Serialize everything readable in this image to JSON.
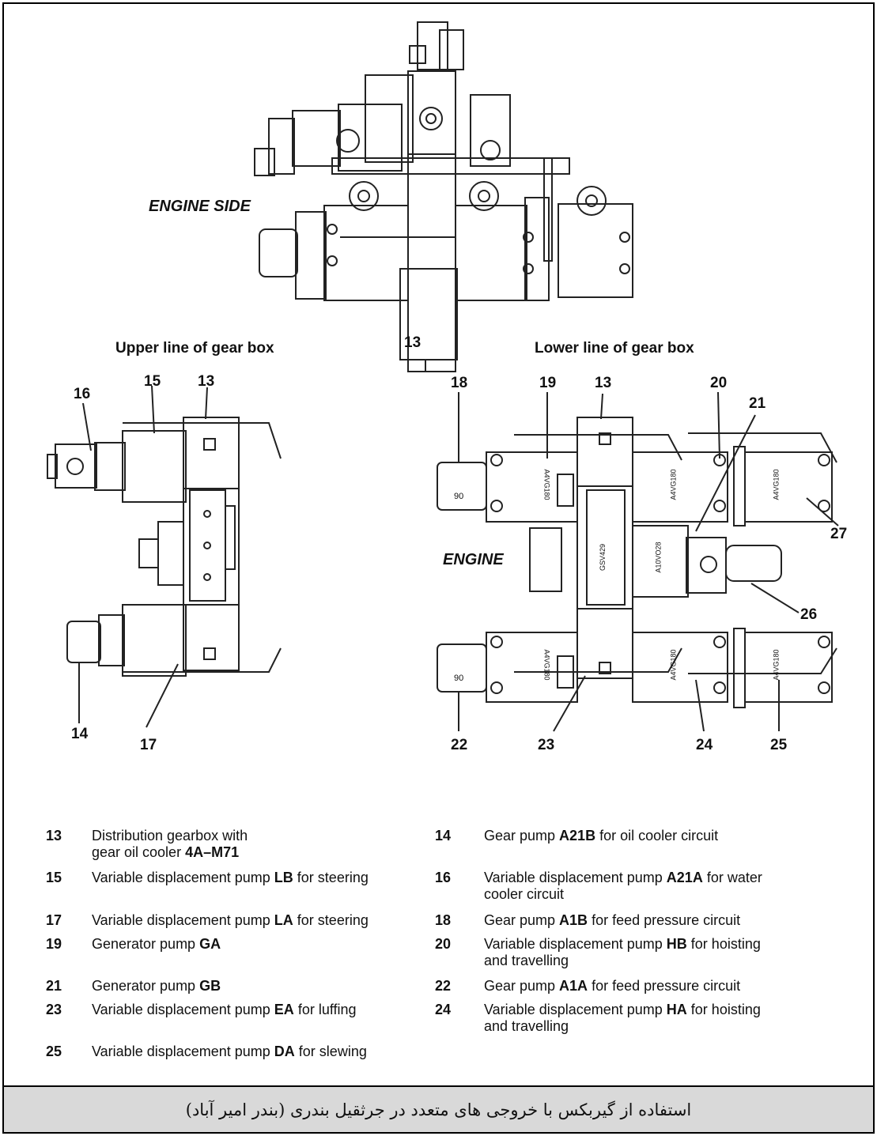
{
  "labels": {
    "engine_side": "ENGINE SIDE",
    "engine": "ENGINE",
    "upper_heading": "Upper line of gear box",
    "lower_heading": "Lower line of gear box"
  },
  "callouts": [
    {
      "id": "top-13",
      "text": "13"
    },
    {
      "id": "u-16",
      "text": "16"
    },
    {
      "id": "u-15",
      "text": "15"
    },
    {
      "id": "u-13",
      "text": "13"
    },
    {
      "id": "u-14",
      "text": "14"
    },
    {
      "id": "u-17",
      "text": "17"
    },
    {
      "id": "l-18",
      "text": "18"
    },
    {
      "id": "l-19",
      "text": "19"
    },
    {
      "id": "l-13",
      "text": "13"
    },
    {
      "id": "l-20",
      "text": "20"
    },
    {
      "id": "l-21",
      "text": "21"
    },
    {
      "id": "l-27",
      "text": "27"
    },
    {
      "id": "l-26",
      "text": "26"
    },
    {
      "id": "l-22",
      "text": "22"
    },
    {
      "id": "l-23",
      "text": "23"
    },
    {
      "id": "l-24",
      "text": "24"
    },
    {
      "id": "l-25",
      "text": "25"
    }
  ],
  "pump_markings": {
    "shaft": "90",
    "pump": "A4VG180",
    "center": "A10VO28",
    "gearbox": "GSV429"
  },
  "legend": [
    {
      "num": "13",
      "pre": "Distribution gearbox with",
      "line2_pre": "gear oil cooler ",
      "line2_bold": "4A–M71"
    },
    {
      "num": "14",
      "pre": "Gear pump ",
      "bold": "A21B",
      "post": " for oil cooler circuit"
    },
    {
      "num": "15",
      "pre": "Variable displacement pump ",
      "bold": "LB",
      "post": " for steering"
    },
    {
      "num": "16",
      "pre": "Variable displacement pump ",
      "bold": "A21A",
      "post": " for water",
      "line2_pre": "cooler circuit"
    },
    {
      "num": "17",
      "pre": "Variable displacement pump ",
      "bold": "LA",
      "post": " for steering"
    },
    {
      "num": "18",
      "pre": "Gear pump ",
      "bold": "A1B",
      "post": " for feed pressure circuit"
    },
    {
      "num": "19",
      "pre": "Generator pump ",
      "bold": "GA"
    },
    {
      "num": "20",
      "pre": "Variable displacement pump ",
      "bold": "HB",
      "post": " for hoisting",
      "line2_pre": "and travelling"
    },
    {
      "num": "21",
      "pre": "Generator pump ",
      "bold": "GB"
    },
    {
      "num": "22",
      "pre": "Gear pump ",
      "bold": "A1A",
      "post": " for feed pressure circuit"
    },
    {
      "num": "23",
      "pre": "Variable displacement pump ",
      "bold": "EA",
      "post": " for luffing"
    },
    {
      "num": "24",
      "pre": "Variable displacement pump ",
      "bold": "HA",
      "post": " for hoisting",
      "line2_pre": "and travelling"
    },
    {
      "num": "25",
      "pre": "Variable displacement pump ",
      "bold": "DA",
      "post": " for slewing"
    }
  ],
  "caption": "استفاده از گیربکس با خروجی های متعدد در جرثقیل بندری (بندر امیر آباد)"
}
